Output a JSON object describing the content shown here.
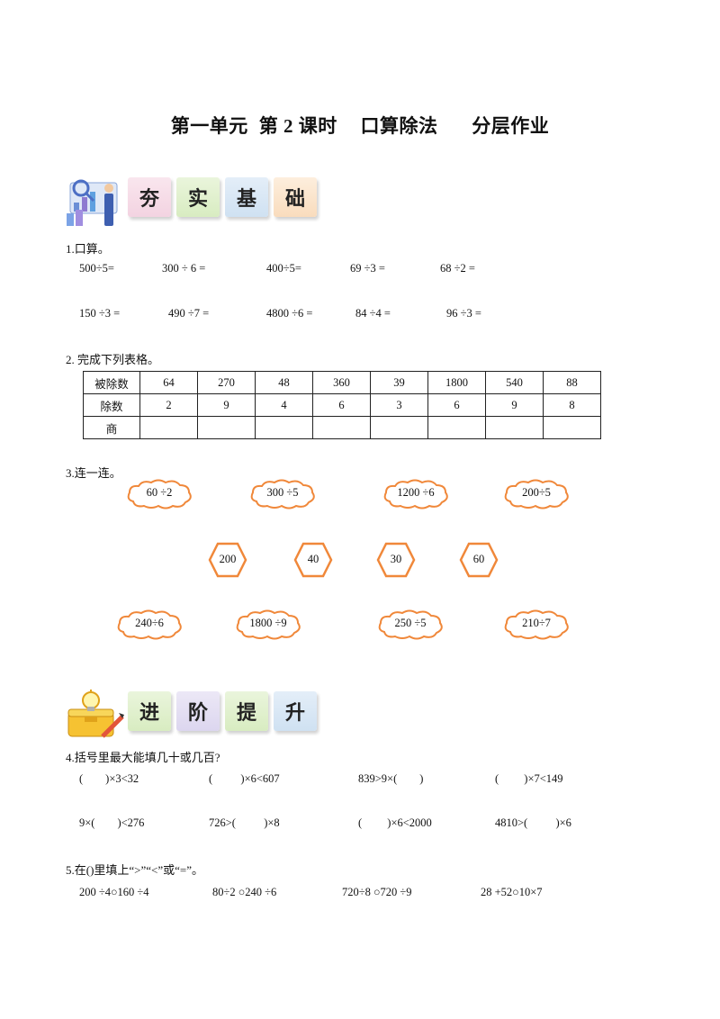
{
  "title": {
    "part1": "第一单元",
    "part2": "第 2 课时",
    "part3": "口算除法",
    "part4": "分层作业"
  },
  "sections": {
    "basic": {
      "chars": [
        "夯",
        "实",
        "基",
        "础"
      ]
    },
    "advanced": {
      "chars": [
        "进",
        "阶",
        "提",
        "升"
      ]
    }
  },
  "q1": {
    "label": "1.口算。",
    "row1": [
      "500÷5=",
      "300 ÷ 6 =",
      "400÷5=",
      "69 ÷3 =",
      "68 ÷2 ="
    ],
    "row2": [
      "150 ÷3 =",
      "490 ÷7 =",
      "4800 ÷6 =",
      "84 ÷4 =",
      "96 ÷3 ="
    ]
  },
  "q2": {
    "label": "2.  完成下列表格。",
    "rows": [
      [
        "被除数",
        "64",
        "270",
        "48",
        "360",
        "39",
        "1800",
        "540",
        "88"
      ],
      [
        "除数",
        "2",
        "9",
        "4",
        "6",
        "3",
        "6",
        "9",
        "8"
      ],
      [
        "商",
        "",
        "",
        "",
        "",
        "",
        "",
        "",
        ""
      ]
    ]
  },
  "q3": {
    "label": "3.连一连。",
    "top_clouds": [
      "60 ÷2",
      "300 ÷5",
      "1200 ÷6",
      "200÷5"
    ],
    "hexagons": [
      "200",
      "40",
      "30",
      "60"
    ],
    "bottom_clouds": [
      "240÷6",
      "1800 ÷9",
      "250 ÷5",
      "210÷7"
    ]
  },
  "q4": {
    "label": "4.括号里最大能填几十或几百?",
    "row1": [
      "(        )×3<32",
      "(          )×6<607",
      "839>9×(        )",
      "(         )×7<149"
    ],
    "row2": [
      "9×(        )<276",
      "726>(          )×8",
      "(         )×6<2000",
      "4810>(          )×6"
    ]
  },
  "q5": {
    "label": "5.在()里填上“>”“<”或“=”。",
    "items": [
      "200 ÷4○160 ÷4",
      "80÷2 ○240 ÷6",
      "720÷8 ○720 ÷9",
      "28 +52○10×7"
    ]
  },
  "colors": {
    "cloud_stroke": "#f0883a",
    "hex_stroke": "#f0883a"
  },
  "icons": {
    "basic_banner": "data-analysis-icon",
    "advanced_banner": "toolbox-lightbulb-icon"
  }
}
